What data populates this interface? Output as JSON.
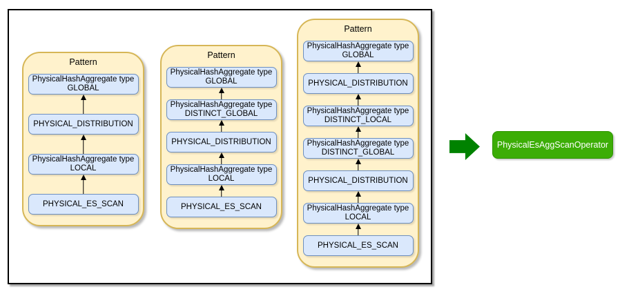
{
  "diagram": {
    "description": "Three aggregate pushdown patterns mapping to PhysicalEsAggScanOperator",
    "patterns": [
      {
        "title": "Pattern",
        "nodes": [
          {
            "label": "PhysicalHashAggregate type GLOBAL"
          },
          {
            "label": "PHYSICAL_DISTRIBUTION"
          },
          {
            "label": "PhysicalHashAggregate type LOCAL"
          },
          {
            "label": "PHYSICAL_ES_SCAN"
          }
        ]
      },
      {
        "title": "Pattern",
        "nodes": [
          {
            "label": "PhysicalHashAggregate type GLOBAL"
          },
          {
            "label": "PhysicalHashAggregate type DISTINCT_GLOBAL"
          },
          {
            "label": "PHYSICAL_DISTRIBUTION"
          },
          {
            "label": "PhysicalHashAggregate type LOCAL"
          },
          {
            "label": "PHYSICAL_ES_SCAN"
          }
        ]
      },
      {
        "title": "Pattern",
        "nodes": [
          {
            "label": "PhysicalHashAggregate type GLOBAL"
          },
          {
            "label": "PHYSICAL_DISTRIBUTION"
          },
          {
            "label": "PhysicalHashAggregate type DISTINCT_LOCAL"
          },
          {
            "label": "PhysicalHashAggregate type DISTINCT_GLOBAL"
          },
          {
            "label": "PHYSICAL_DISTRIBUTION"
          },
          {
            "label": "PhysicalHashAggregate type LOCAL"
          },
          {
            "label": "PHYSICAL_ES_SCAN"
          }
        ]
      }
    ],
    "result": {
      "label": "PhysicalEsAggScanOperator"
    },
    "colors": {
      "pattern_fill": "#FFF2CC",
      "pattern_border": "#D6B656",
      "node_fill": "#DAE8FC",
      "node_border": "#6C8EBF",
      "result_fill": "#3CAD06",
      "result_border": "#2E9400",
      "green_arrow": "#008200",
      "connector": "#000000",
      "frame_border": "#000000"
    }
  }
}
